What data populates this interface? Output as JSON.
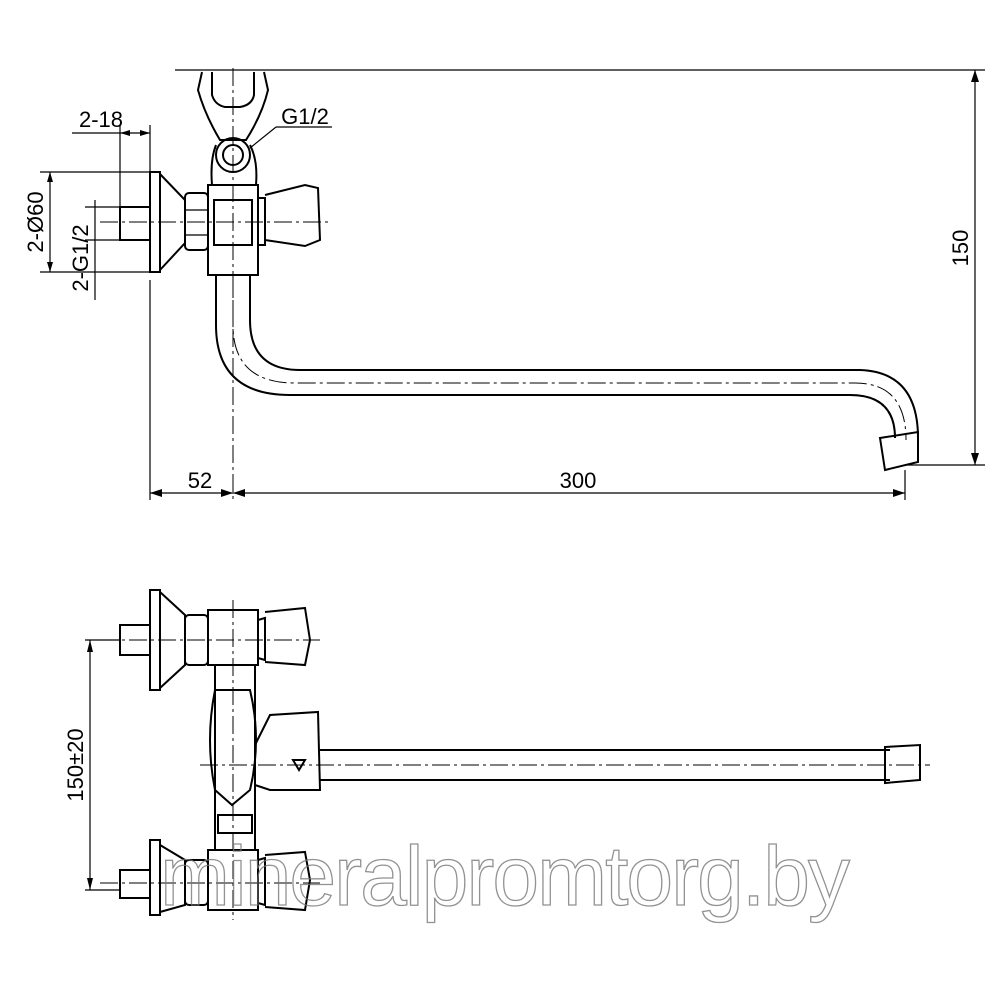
{
  "top_view": {
    "dim_2_18": "2-18",
    "thread_label": "G1/2",
    "dim_diameter": "2-Ø60",
    "dim_inlet_thread": "2-G1/2",
    "dim_height": "150",
    "dim_offset": "52",
    "dim_spout_length": "300"
  },
  "bottom_view": {
    "dim_center_distance": "150±20"
  },
  "watermark": "mineralpromtorg.by",
  "colors": {
    "line": "#000000",
    "watermark": "#777777"
  }
}
